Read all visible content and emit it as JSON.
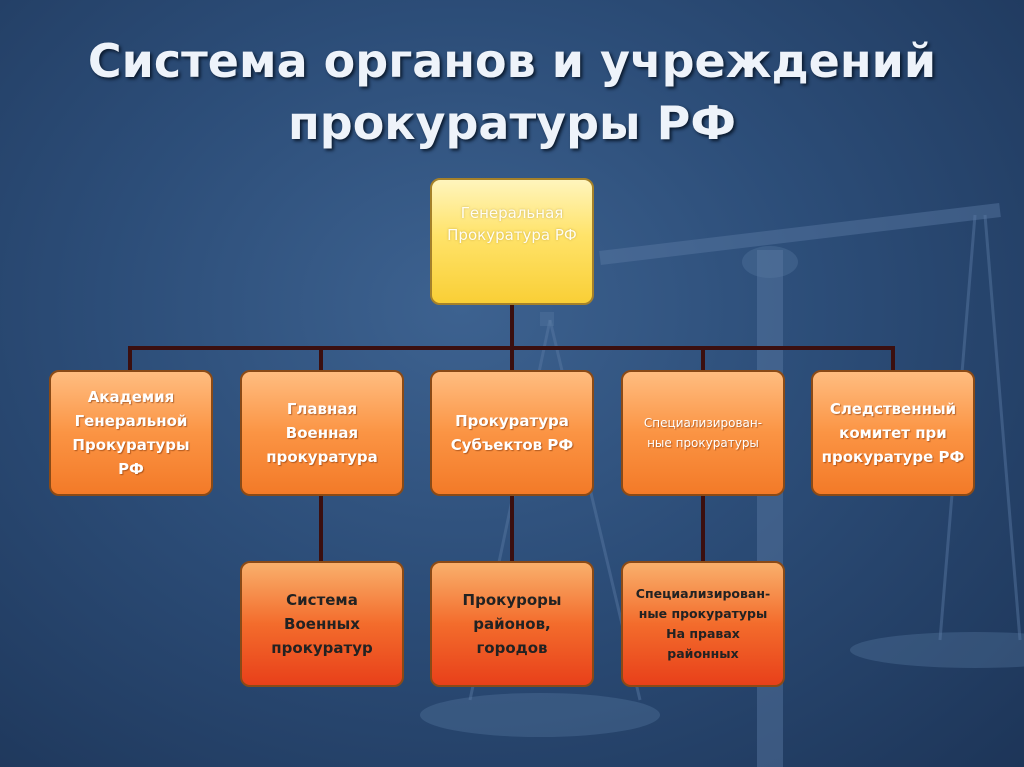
{
  "title": {
    "line1": "Система органов и учреждений",
    "line2": "прокуратуры РФ"
  },
  "boxes": {
    "general": [
      "Генеральная",
      "Прокуратура РФ"
    ],
    "academy": [
      "Академия",
      "Генеральной",
      "Прокуратуры РФ"
    ],
    "military_main": [
      "Главная",
      "Военная",
      "прокуратура"
    ],
    "subjects": [
      "Прокуратура",
      "Субъектов РФ"
    ],
    "specialized": [
      "Специализирован-",
      "ные прокуратуры"
    ],
    "investigative": [
      "Следственный",
      "комитет при",
      "прокуратуре РФ"
    ],
    "military_system": [
      "Система",
      "Военных",
      "прокуратур"
    ],
    "districts": [
      "Прокуроры",
      "районов,",
      "городов"
    ],
    "specialized_district": [
      "Специализирован-",
      "ные прокуратуры",
      "На правах",
      "районных"
    ]
  },
  "colors": {
    "background": "#2c4d78",
    "top_box": "#ffe36a",
    "level2_box": "#fb9444",
    "level3_box": "#f36c2c",
    "connector": "#3b0f0f"
  }
}
